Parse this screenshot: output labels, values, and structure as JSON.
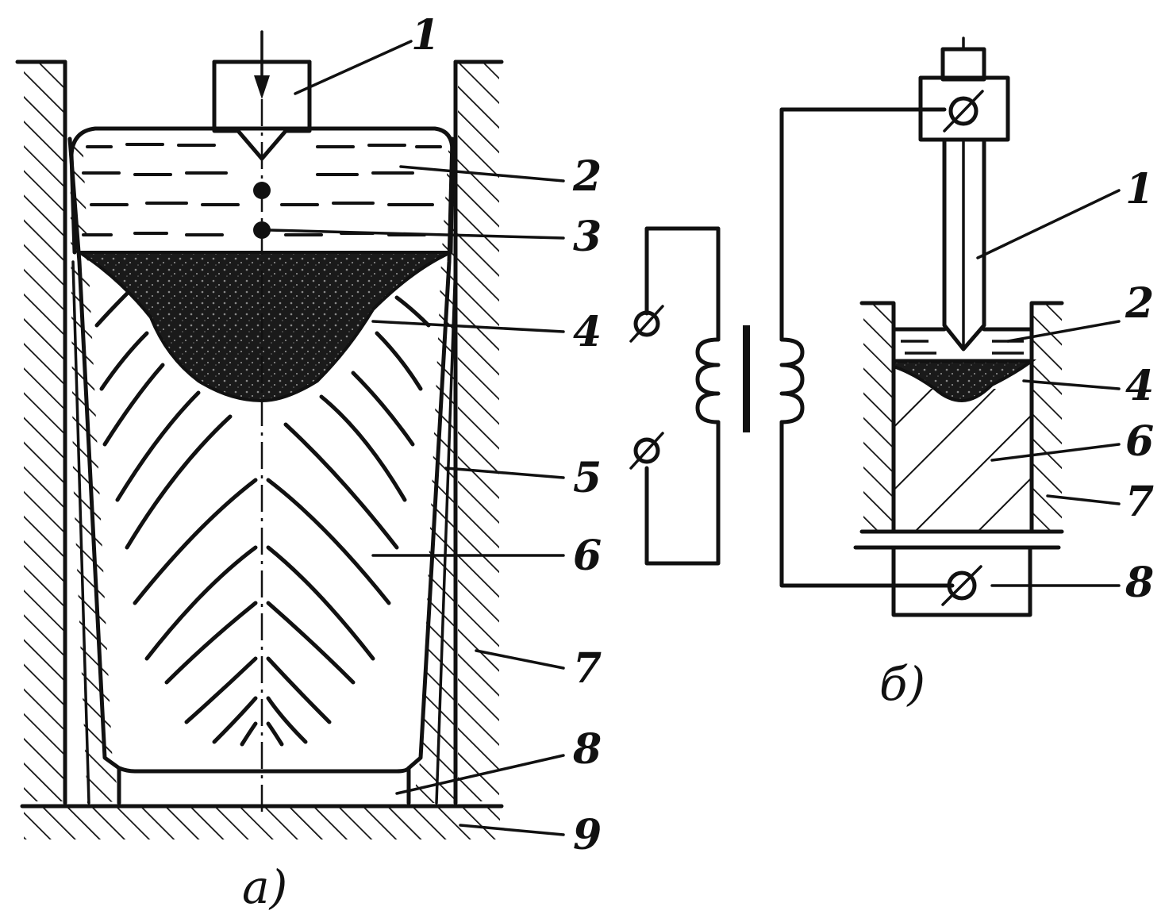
{
  "figure_a": {
    "caption": "a)",
    "labels": [
      "1",
      "2",
      "3",
      "4",
      "5",
      "6",
      "7",
      "8",
      "9"
    ]
  },
  "figure_b": {
    "caption": "б)",
    "labels": [
      "1",
      "2",
      "4",
      "6",
      "7",
      "8"
    ]
  },
  "terminal_symbol": "Ø",
  "colors": {
    "ink": "#111111",
    "background": "#ffffff"
  }
}
